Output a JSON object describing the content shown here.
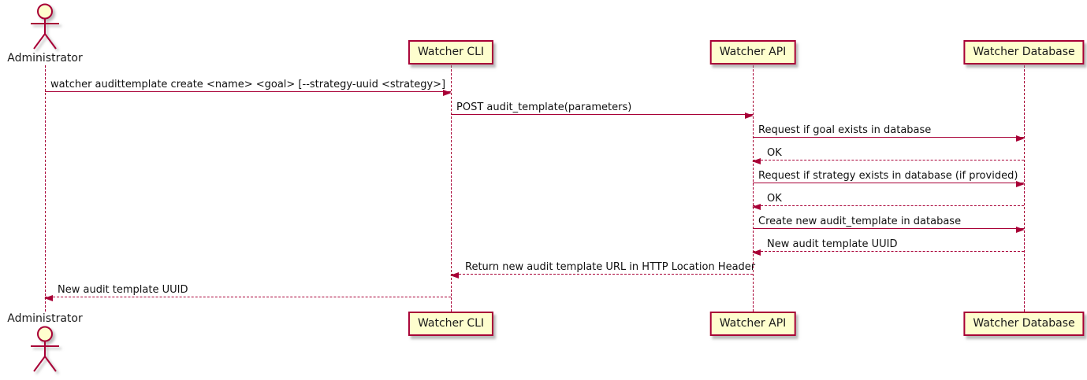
{
  "diagram_type": "uml-sequence",
  "colors": {
    "line": "#A80036",
    "fill": "#FEFECE",
    "text": "#1a1a1a",
    "background": "#FFFFFF"
  },
  "actor": {
    "name": "Administrator"
  },
  "participants": [
    {
      "label": "Watcher CLI"
    },
    {
      "label": "Watcher API"
    },
    {
      "label": "Watcher Database"
    }
  ],
  "messages": [
    {
      "from": "Administrator",
      "to": "Watcher CLI",
      "line": "solid",
      "direction": "right",
      "label": "watcher audittemplate create <name> <goal> [--strategy-uuid <strategy>]"
    },
    {
      "from": "Watcher CLI",
      "to": "Watcher API",
      "line": "solid",
      "direction": "right",
      "label": "POST audit_template(parameters)"
    },
    {
      "from": "Watcher API",
      "to": "Watcher Database",
      "line": "solid",
      "direction": "right",
      "label": "Request if goal exists in database"
    },
    {
      "from": "Watcher Database",
      "to": "Watcher API",
      "line": "dashed",
      "direction": "left",
      "label": "OK"
    },
    {
      "from": "Watcher API",
      "to": "Watcher Database",
      "line": "solid",
      "direction": "right",
      "label": "Request if strategy exists in database (if provided)"
    },
    {
      "from": "Watcher Database",
      "to": "Watcher API",
      "line": "dashed",
      "direction": "left",
      "label": "OK"
    },
    {
      "from": "Watcher API",
      "to": "Watcher Database",
      "line": "solid",
      "direction": "right",
      "label": "Create new audit_template in database"
    },
    {
      "from": "Watcher Database",
      "to": "Watcher API",
      "line": "dashed",
      "direction": "left",
      "label": "New audit template UUID"
    },
    {
      "from": "Watcher API",
      "to": "Watcher CLI",
      "line": "dashed",
      "direction": "left",
      "label": "Return new audit template URL in HTTP Location Header"
    },
    {
      "from": "Watcher CLI",
      "to": "Administrator",
      "line": "dashed",
      "direction": "left",
      "label": "New audit template UUID"
    }
  ]
}
